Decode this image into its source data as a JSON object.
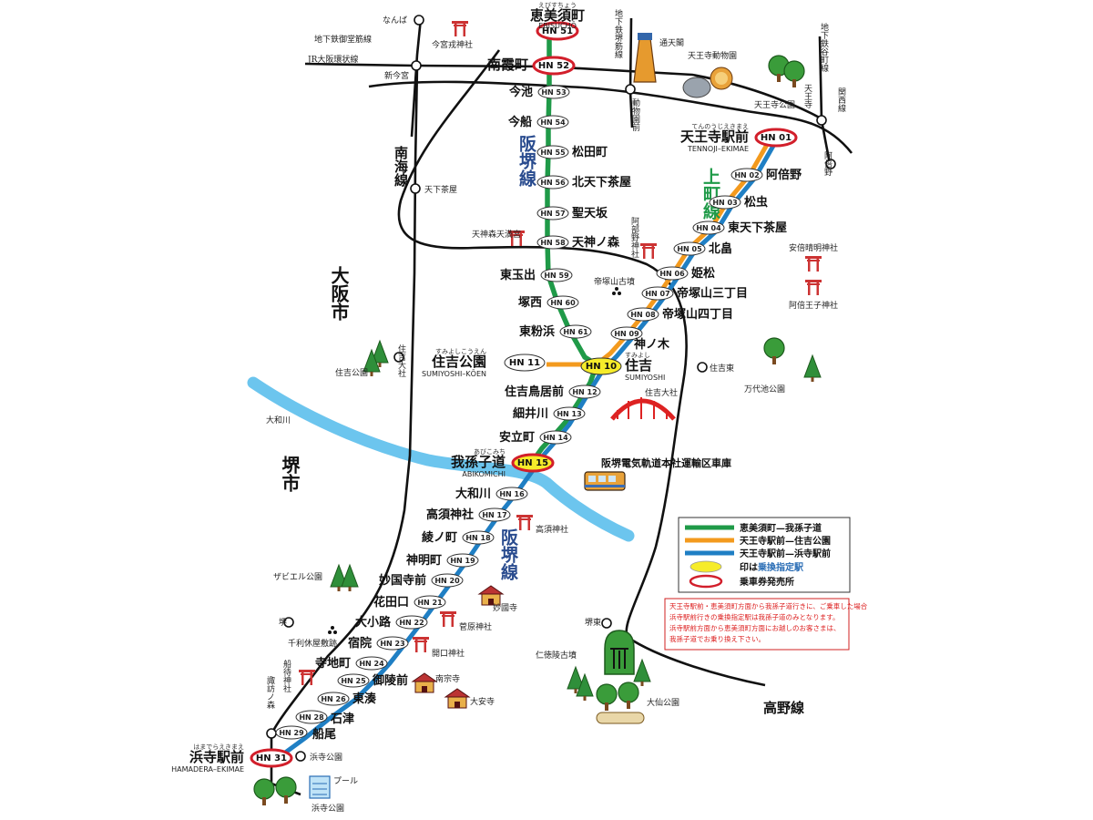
{
  "colors": {
    "hankai": "#1f9a48",
    "uemachi": "#f39a1e",
    "hamadera": "#1f7fc4",
    "river": "#6cc5ee",
    "transfer": "#f6ec2a",
    "ticket_ring": "#d21f2b",
    "note": "#d22222",
    "line_name": "#2a4c8f"
  },
  "cities": {
    "osaka": "大阪市",
    "sakai": "堺市"
  },
  "line_names": {
    "hankai_upper": "阪堺線",
    "uemachi": "上町線",
    "hankai_lower": "阪堺線",
    "nankai": "南海線",
    "koya": "高野線"
  },
  "stations": [
    {
      "code": "HN 51",
      "name": "恵美須町",
      "ruby": "えびすちょう",
      "roman": "EBISUCHŌ",
      "ticket": true
    },
    {
      "code": "HN 52",
      "name": "南霞町",
      "ticket": true
    },
    {
      "code": "HN 53",
      "name": "今池"
    },
    {
      "code": "HN 54",
      "name": "今船"
    },
    {
      "code": "HN 55",
      "name": "松田町"
    },
    {
      "code": "HN 56",
      "name": "北天下茶屋"
    },
    {
      "code": "HN 57",
      "name": "聖天坂"
    },
    {
      "code": "HN 58",
      "name": "天神ノ森"
    },
    {
      "code": "HN 59",
      "name": "東玉出"
    },
    {
      "code": "HN 60",
      "name": "塚西"
    },
    {
      "code": "HN 61",
      "name": "東粉浜"
    },
    {
      "code": "HN 01",
      "name": "天王寺駅前",
      "ruby": "てんのうじえきまえ",
      "roman": "TENNOJI–EKIMAE",
      "ticket": true
    },
    {
      "code": "HN 02",
      "name": "阿倍野"
    },
    {
      "code": "HN 03",
      "name": "松虫"
    },
    {
      "code": "HN 04",
      "name": "東天下茶屋"
    },
    {
      "code": "HN 05",
      "name": "北畠"
    },
    {
      "code": "HN 06",
      "name": "姫松"
    },
    {
      "code": "HN 07",
      "name": "帝塚山三丁目"
    },
    {
      "code": "HN 08",
      "name": "帝塚山四丁目"
    },
    {
      "code": "HN 09",
      "name": "神ノ木"
    },
    {
      "code": "HN 11",
      "name": "住吉公園",
      "ruby": "すみよしこうえん",
      "roman": "SUMIYOSHI–KŌEN"
    },
    {
      "code": "HN 10",
      "name": "住吉",
      "ruby": "すみよし",
      "roman": "SUMIYOSHI",
      "transfer": true
    },
    {
      "code": "HN 12",
      "name": "住吉鳥居前"
    },
    {
      "code": "HN 13",
      "name": "細井川"
    },
    {
      "code": "HN 14",
      "name": "安立町"
    },
    {
      "code": "HN 15",
      "name": "我孫子道",
      "ruby": "あびこみち",
      "roman": "ABIKOMICHI",
      "transfer": true,
      "ticket": true
    },
    {
      "code": "HN 16",
      "name": "大和川"
    },
    {
      "code": "HN 17",
      "name": "高須神社"
    },
    {
      "code": "HN 18",
      "name": "綾ノ町"
    },
    {
      "code": "HN 19",
      "name": "神明町"
    },
    {
      "code": "HN 20",
      "name": "妙国寺前"
    },
    {
      "code": "HN 21",
      "name": "花田口"
    },
    {
      "code": "HN 22",
      "name": "大小路"
    },
    {
      "code": "HN 23",
      "name": "宿院"
    },
    {
      "code": "HN 24",
      "name": "寺地町"
    },
    {
      "code": "HN 25",
      "name": "御陵前"
    },
    {
      "code": "HN 26",
      "name": "東湊"
    },
    {
      "code": "HN 28",
      "name": "石津"
    },
    {
      "code": "HN 29",
      "name": "船尾"
    },
    {
      "code": "HN 31",
      "name": "浜寺駅前",
      "ruby": "はまでらえきまえ",
      "roman": "HAMADERA–EKIMAE",
      "ticket": true
    }
  ],
  "other_stations": {
    "namba": "なんば",
    "shinimamiya": "新今宮",
    "tengachaya": "天下茶屋",
    "sumiyoshitaisha": "住吉大社",
    "sumiyoshihigashi": "住吉東",
    "sakaihigashi": "堺東",
    "suwanomori": "諏訪ノ森",
    "sakai": "堺",
    "hamaderakoen": "浜寺公園",
    "doubutsuen": "動物園前",
    "tennoji": "天王寺",
    "abeno": "阿倍野"
  },
  "rail_lines": {
    "midosuji": "地下鉄御堂筋線",
    "jr_loop": "JR大阪環状線",
    "sakaisuji": "地下鉄堺筋線",
    "tanimachi": "地下鉄谷町線",
    "kansai": "関西線",
    "yamato_river": "大和川"
  },
  "landmarks": {
    "imamiya": "今宮戎神社",
    "tsutenkaku": "通天閣",
    "zoo": "天王寺動物園",
    "tennoji_park": "天王寺公園",
    "tenjinnomori": "天神森天満宮",
    "abeno_shrine": "阿部野神社",
    "tezukayama_kofun": "帝塚山古墳",
    "seimei": "安倍晴明神社",
    "abeoji": "阿倍王子神社",
    "sumiyoshi_park": "住吉公園",
    "sumiyoshi_taisha": "住吉大社",
    "bandaiike": "万代池公園",
    "hankai_hq": "阪堺電気軌道本社運輸区車庫",
    "takasu": "高須神社",
    "xavier": "ザビエル公園",
    "myokokuji": "妙國寺",
    "sugawara": "菅原神社",
    "senrikyu": "千利休屋敷跡",
    "akuchi": "開口神社",
    "nanshuji": "南宗寺",
    "daianji": "大安寺",
    "nintoku": "仁徳陵古墳",
    "daisen": "大仙公園",
    "funamachi": "船待神社",
    "pool": "プール",
    "hamadera_park": "浜寺公園"
  },
  "legend": {
    "items": [
      {
        "label": "恵美須町—我孫子道",
        "color": "#1f9a48"
      },
      {
        "label": "天王寺駅前—住吉公園",
        "color": "#f39a1e"
      },
      {
        "label": "天王寺駅前—浜寺駅前",
        "color": "#1f7fc4"
      }
    ],
    "transfer_prefix": "印は",
    "transfer_label": "乗換指定駅",
    "ticket_label": "乗車券発売所"
  },
  "note_lines": [
    "天王寺駅前・恵美須町方面から我孫子道行きに、ご乗車した場合",
    "浜寺駅前行きの乗換指定駅は我孫子道のみとなります。",
    "浜寺駅前方面から恵美須町方面にお越しのお客さまは、",
    "我孫子道でお乗り換え下さい。"
  ]
}
